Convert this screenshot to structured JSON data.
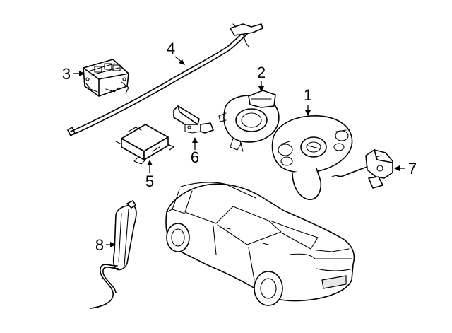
{
  "callouts": [
    {
      "id": "1",
      "label": "1",
      "part": "steering-wheel-airbag"
    },
    {
      "id": "2",
      "label": "2",
      "part": "clock-spring"
    },
    {
      "id": "3",
      "label": "3",
      "part": "passenger-airbag-module"
    },
    {
      "id": "4",
      "label": "4",
      "part": "curtain-airbag"
    },
    {
      "id": "5",
      "label": "5",
      "part": "airbag-control-module"
    },
    {
      "id": "6",
      "label": "6",
      "part": "impact-sensor"
    },
    {
      "id": "7",
      "label": "7",
      "part": "seat-belt-pretensioner-bracket"
    },
    {
      "id": "8",
      "label": "8",
      "part": "side-airbag"
    }
  ],
  "colors": {
    "line": "#000000",
    "background": "#ffffff"
  }
}
